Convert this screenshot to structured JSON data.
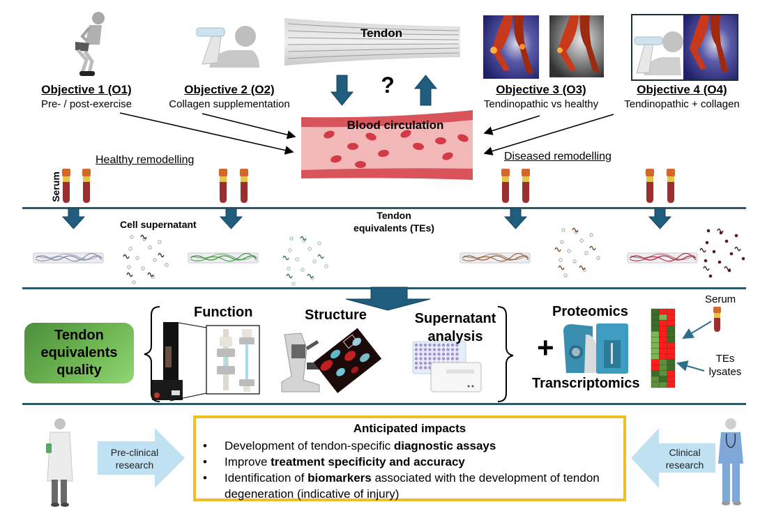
{
  "top": {
    "tendon_label": "Tendon",
    "question_mark": "?",
    "blood_label": "Blood circulation",
    "objectives": [
      {
        "title": "Objective 1 (O1)",
        "subtitle": "Pre- / post-exercise"
      },
      {
        "title": "Objective 2 (O2)",
        "subtitle": "Collagen supplementation"
      },
      {
        "title": "Objective 3 (O3)",
        "subtitle": "Tendinopathic vs healthy"
      },
      {
        "title": "Objective 4 (O4)",
        "subtitle": "Tendinopathic + collagen"
      }
    ],
    "healthy_label": "Healthy remodelling",
    "diseased_label": "Diseased remodelling",
    "serum_label": "Serum"
  },
  "middle": {
    "cell_supernatant_label": "Cell supernatant",
    "te_label_line1": "Tendon",
    "te_label_line2": "equivalents (TEs)",
    "te_strips": [
      {
        "group": "O1",
        "fiber_color": "#8a8fa8"
      },
      {
        "group": "O2",
        "fiber_color": "#4e9a4a"
      },
      {
        "group": "O3",
        "fiber_color": "#9a6a4a"
      },
      {
        "group": "O4",
        "fiber_color": "#a83a4a"
      }
    ],
    "clusters": [
      {
        "dot_color": "#9aa0a8",
        "squiggle_color": "#333333",
        "filled": false
      },
      {
        "dot_color": "#8fb8b8",
        "squiggle_color": "#3f6f5f",
        "filled": false
      },
      {
        "dot_color": "#9aa0a8",
        "squiggle_color": "#7a4a2a",
        "filled": false
      },
      {
        "dot_color": "#5a1a1a",
        "squiggle_color": "#3a2020",
        "filled": true
      }
    ]
  },
  "analysis": {
    "quality_line1": "Tendon",
    "quality_line2": "equivalents",
    "quality_line3": "quality",
    "function_label": "Function",
    "structure_label": "Structure",
    "supernatant_line1": "Supernatant",
    "supernatant_line2": "analysis",
    "plus": "+",
    "proteomics_label": "Proteomics",
    "transcriptomics_label": "Transcriptomics",
    "serum_label": "Serum",
    "lysates_line1": "TEs",
    "lysates_line2": "lysates",
    "heatmap": {
      "columns": 3,
      "rows": [
        [
          "dg",
          "r",
          "r"
        ],
        [
          "dg",
          "lg",
          "r"
        ],
        [
          "dg",
          "r",
          "r"
        ],
        [
          "dg",
          "r",
          "dg"
        ],
        [
          "lg",
          "r",
          "dg"
        ],
        [
          "lg",
          "r",
          "dg"
        ],
        [
          "lg",
          "r",
          "r"
        ],
        [
          "lg",
          "r",
          "r"
        ],
        [
          "lg",
          "r",
          "r"
        ],
        [
          "r",
          "mg",
          "dg"
        ],
        [
          "r",
          "mg",
          "dg"
        ],
        [
          "dg",
          "mg",
          "r"
        ],
        [
          "mg",
          "dg",
          "r"
        ],
        [
          "mg",
          "mg",
          "r"
        ]
      ],
      "palette": {
        "dg": "#3d6b2a",
        "mg": "#5f8f3e",
        "lg": "#80b458",
        "r": "#ff1c1c"
      }
    }
  },
  "impacts": {
    "title": "Anticipated impacts",
    "bullet_symbol": "•",
    "bullets": [
      {
        "pre": "Development of tendon-specific ",
        "bold": "diagnostic assays",
        "post": ""
      },
      {
        "pre": "Improve ",
        "bold": "treatment specificity and accuracy",
        "post": ""
      },
      {
        "pre": "Identification of ",
        "bold": "biomarkers",
        "post": " associated with the development of tendon degeneration (indicative of injury)"
      }
    ],
    "preclinical_line1": "Pre-clinical",
    "preclinical_line2": "research",
    "clinical_line1": "Clinical",
    "clinical_line2": "research"
  },
  "colors": {
    "flow_arrow": "#1f5c7e",
    "separator": "#2b5a6b",
    "research_arrow": "#bfe1f2",
    "impacts_border": "#f2be22",
    "tube_cap": "#d2692a",
    "tube_serum": "#e3c548",
    "tube_blood": "#9b2f30",
    "blood_cell": "#d23a46"
  }
}
